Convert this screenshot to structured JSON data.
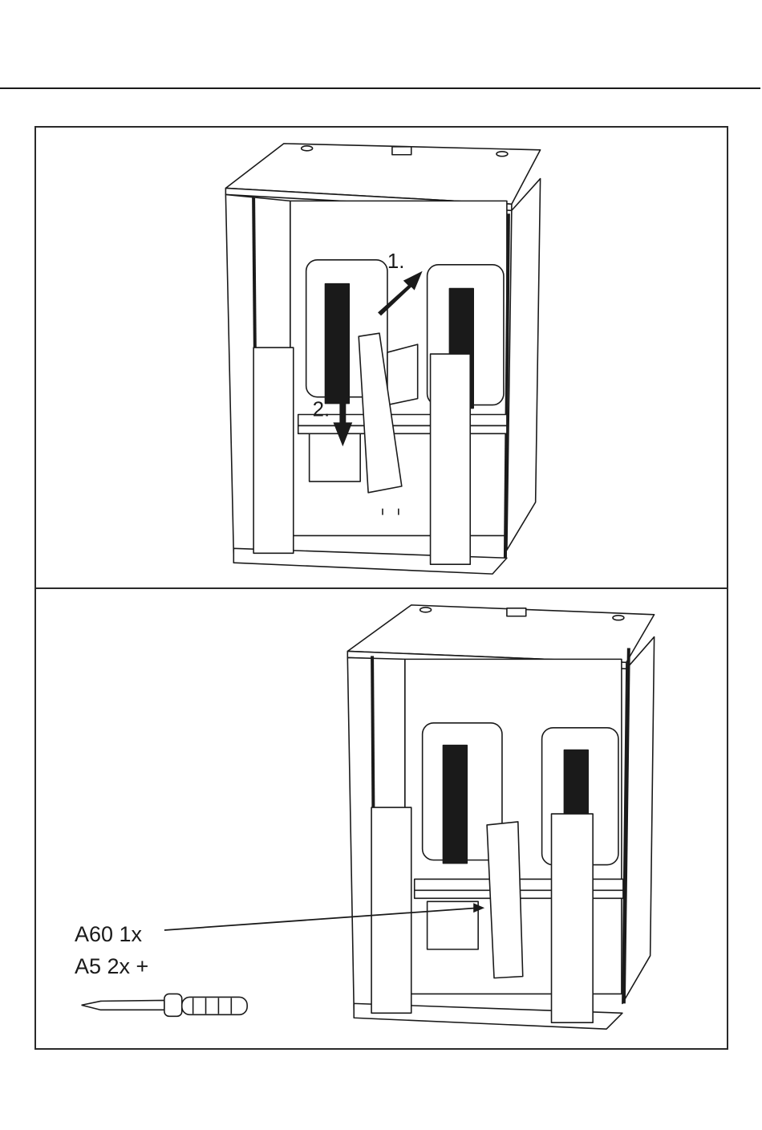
{
  "step1": {
    "label_1": "1.",
    "label_2": "2."
  },
  "step2": {
    "part_line_1": "A60 1x",
    "part_line_2": "A5 2x +"
  },
  "icons": [
    "screwdriver-icon"
  ],
  "colors": {
    "ink": "#1a1a1a",
    "panel": "#ffffff"
  }
}
